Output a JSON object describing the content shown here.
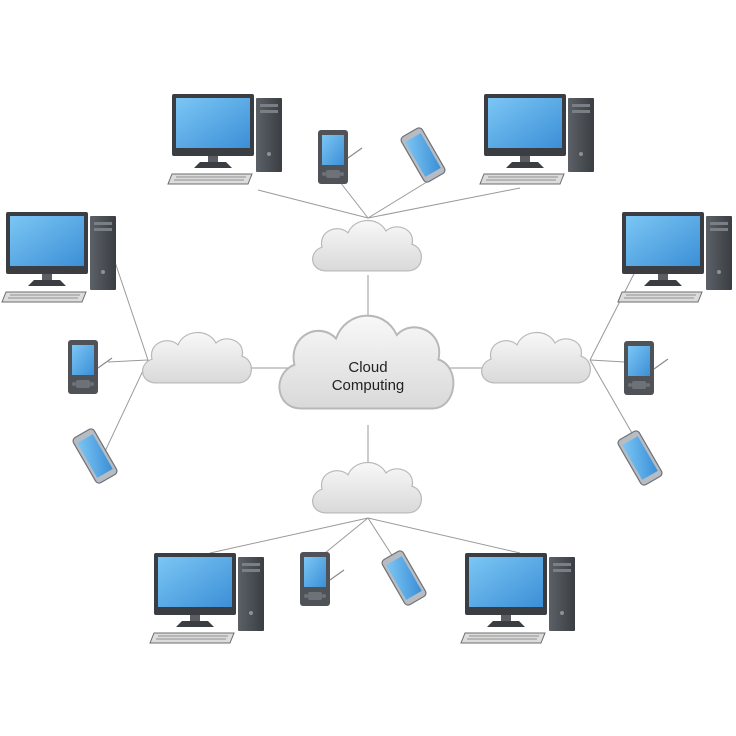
{
  "diagram": {
    "center_cloud": {
      "line1": "Cloud",
      "line2": "Computing"
    },
    "colors": {
      "background": "#ffffff",
      "connector": "#9a9a9a",
      "cloud_fill": "#e9e9e9",
      "cloud_stroke": "#b5b5b5",
      "screen": "#5aaee8",
      "tower": "#4a4f55",
      "device_body": "#4f5358"
    },
    "groups": [
      {
        "name": "top",
        "devices": [
          "desktop-computer",
          "pda",
          "smartphone",
          "desktop-computer"
        ]
      },
      {
        "name": "left",
        "devices": [
          "desktop-computer",
          "pda",
          "smartphone"
        ]
      },
      {
        "name": "right",
        "devices": [
          "desktop-computer",
          "pda",
          "smartphone"
        ]
      },
      {
        "name": "bottom",
        "devices": [
          "desktop-computer",
          "pda",
          "smartphone",
          "desktop-computer"
        ]
      }
    ]
  }
}
